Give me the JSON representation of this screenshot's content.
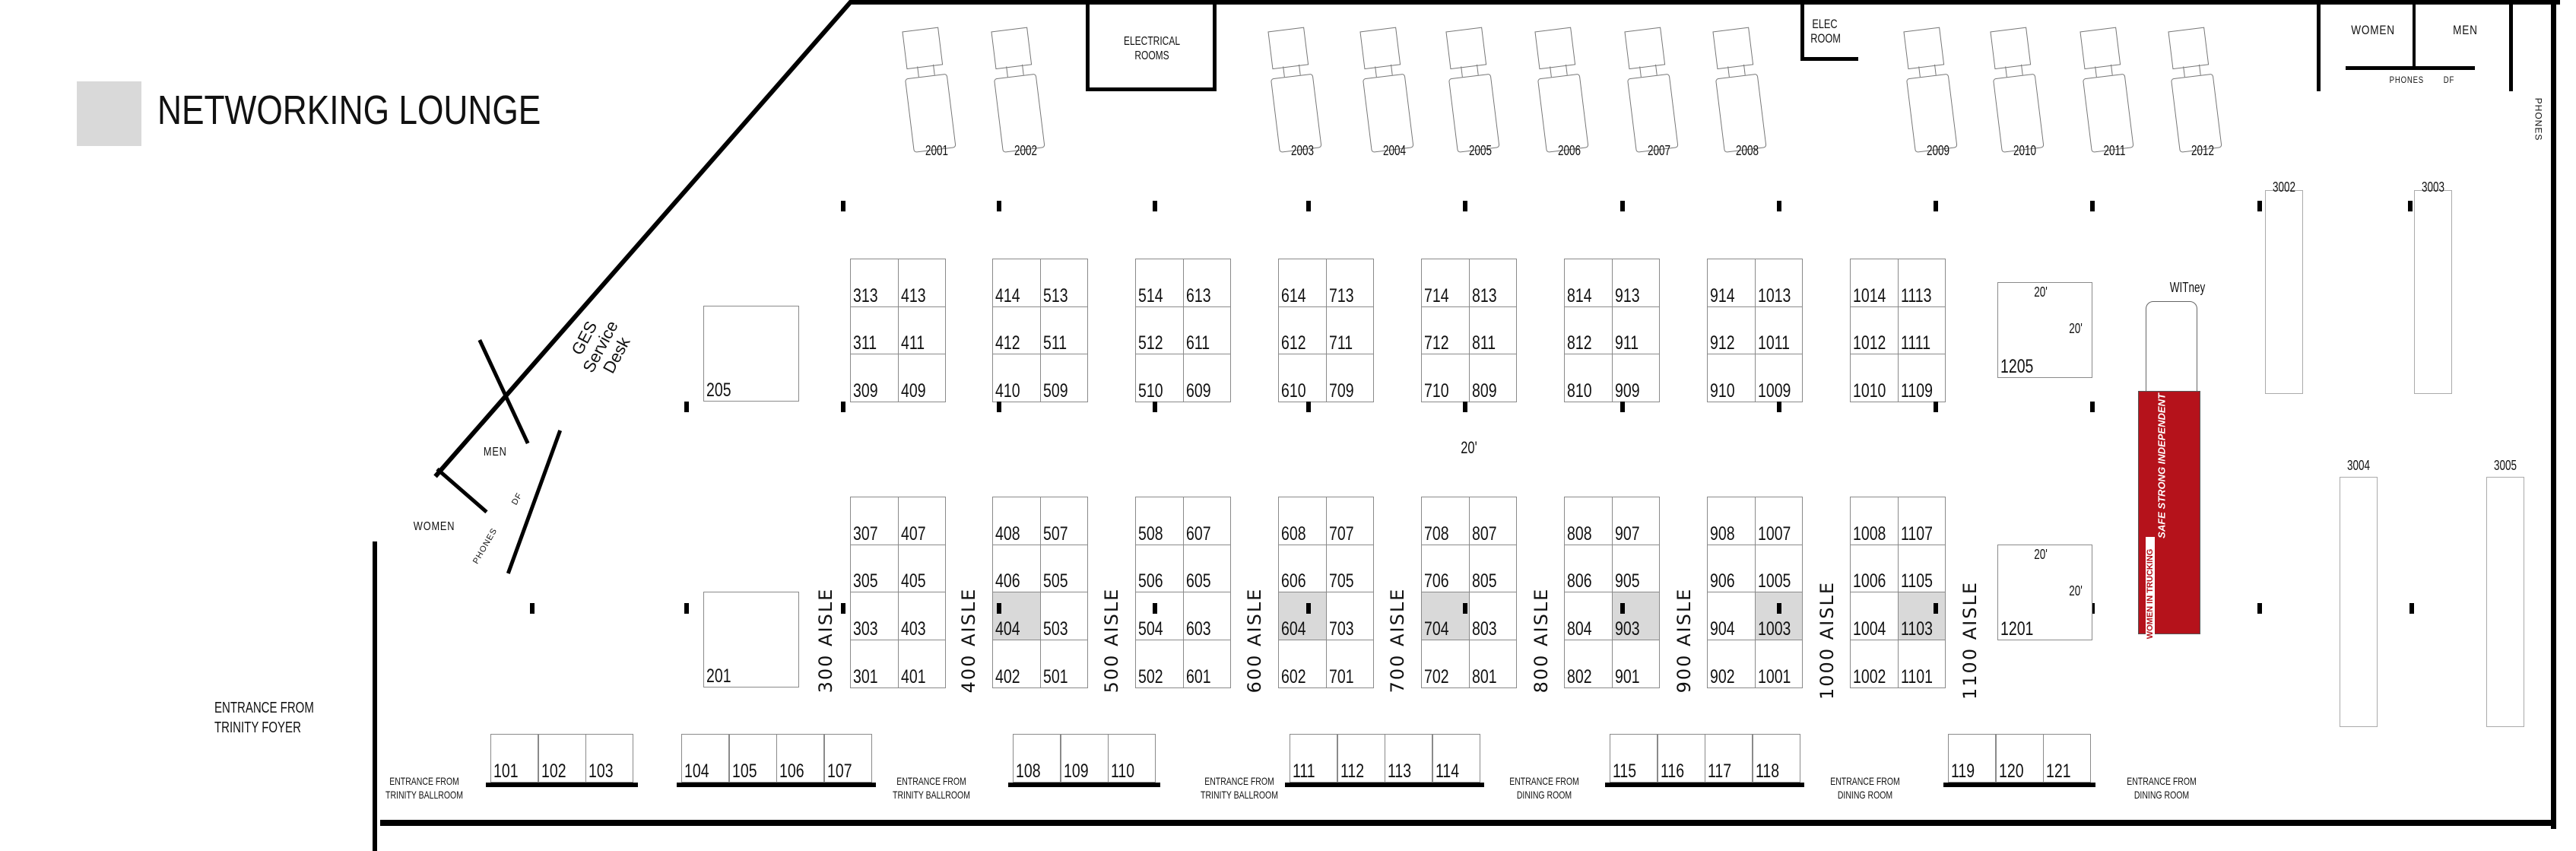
{
  "legend": {
    "label": "NETWORKING LOUNGE",
    "swatch_color": "#d9d9d9"
  },
  "rooms": {
    "electrical": "ELECTRICAL ROOMS",
    "elec_room": "ELEC ROOM",
    "women_top": "WOMEN",
    "men_top": "MEN",
    "phones_top": "PHONES",
    "df_top": "DF",
    "phones_right": "PHONES",
    "men_left": "MEN",
    "women_left": "WOMEN",
    "phones_left": "PHONES",
    "df_left": "DF",
    "ges_desk": "GES Service Desk"
  },
  "trucks_top": [
    "2001",
    "2002",
    "2003",
    "2004",
    "2005",
    "2006",
    "2007",
    "2008",
    "2009",
    "2010",
    "2011",
    "2012"
  ],
  "top_blocks": [
    [
      [
        "313",
        "413"
      ],
      [
        "311",
        "411"
      ],
      [
        "309",
        "409"
      ]
    ],
    [
      [
        "414",
        "513"
      ],
      [
        "412",
        "511"
      ],
      [
        "410",
        "509"
      ]
    ],
    [
      [
        "514",
        "613"
      ],
      [
        "512",
        "611"
      ],
      [
        "510",
        "609"
      ]
    ],
    [
      [
        "614",
        "713"
      ],
      [
        "612",
        "711"
      ],
      [
        "610",
        "709"
      ]
    ],
    [
      [
        "714",
        "813"
      ],
      [
        "712",
        "811"
      ],
      [
        "710",
        "809"
      ]
    ],
    [
      [
        "814",
        "913"
      ],
      [
        "812",
        "911"
      ],
      [
        "810",
        "909"
      ]
    ],
    [
      [
        "914",
        "1013"
      ],
      [
        "912",
        "1011"
      ],
      [
        "910",
        "1009"
      ]
    ],
    [
      [
        "1014",
        "1113"
      ],
      [
        "1012",
        "1111"
      ],
      [
        "1010",
        "1109"
      ]
    ]
  ],
  "bottom_blocks": [
    [
      [
        "307",
        "407"
      ],
      [
        "305",
        "405"
      ],
      [
        "303",
        "403"
      ],
      [
        "301",
        "401"
      ]
    ],
    [
      [
        "408",
        "507"
      ],
      [
        "406",
        "505"
      ],
      [
        "404",
        "503"
      ],
      [
        "402",
        "501"
      ]
    ],
    [
      [
        "508",
        "607"
      ],
      [
        "506",
        "605"
      ],
      [
        "504",
        "603"
      ],
      [
        "502",
        "601"
      ]
    ],
    [
      [
        "608",
        "707"
      ],
      [
        "606",
        "705"
      ],
      [
        "604",
        "703"
      ],
      [
        "602",
        "701"
      ]
    ],
    [
      [
        "708",
        "807"
      ],
      [
        "706",
        "805"
      ],
      [
        "704",
        "803"
      ],
      [
        "702",
        "801"
      ]
    ],
    [
      [
        "808",
        "907"
      ],
      [
        "806",
        "905"
      ],
      [
        "804",
        "903"
      ],
      [
        "802",
        "901"
      ]
    ],
    [
      [
        "908",
        "1007"
      ],
      [
        "906",
        "1005"
      ],
      [
        "904",
        "1003"
      ],
      [
        "902",
        "1001"
      ]
    ],
    [
      [
        "1008",
        "1107"
      ],
      [
        "1006",
        "1105"
      ],
      [
        "1004",
        "1103"
      ],
      [
        "1002",
        "1101"
      ]
    ]
  ],
  "networking_lounge_booths": [
    "404",
    "604",
    "704",
    "903",
    "1003",
    "1103"
  ],
  "aisles": [
    "300 AISLE",
    "400 AISLE",
    "500 AISLE",
    "600 AISLE",
    "700 AISLE",
    "800 AISLE",
    "900 AISLE",
    "1000 AISLE",
    "1100 AISLE"
  ],
  "islands": {
    "b205": "205",
    "b201": "201",
    "b1205": "1205",
    "b1201": "1201",
    "dim": "20'"
  },
  "center_dim": "20'",
  "truck_display": {
    "label": "WITney",
    "trailer_text": "SAFE STRONG INDEPENDENT",
    "logo_text": "WOMEN IN TRUCKING",
    "color": "#b5121b"
  },
  "long_booths": [
    "3002",
    "3003",
    "3004",
    "3005"
  ],
  "perimeter_booths": [
    [
      "101",
      "102",
      "103"
    ],
    [
      "104",
      "105",
      "106",
      "107"
    ],
    [
      "108",
      "109",
      "110"
    ],
    [
      "111",
      "112",
      "113",
      "114"
    ],
    [
      "115",
      "116",
      "117",
      "118"
    ],
    [
      "119",
      "120",
      "121"
    ]
  ],
  "entrances": {
    "foyer": [
      "ENTRANCE FROM",
      "TRINITY FOYER"
    ],
    "ballroom": [
      "ENTRANCE FROM",
      "TRINITY BALLROOM"
    ],
    "dining": [
      "ENTRANCE FROM",
      "DINING ROOM"
    ]
  }
}
